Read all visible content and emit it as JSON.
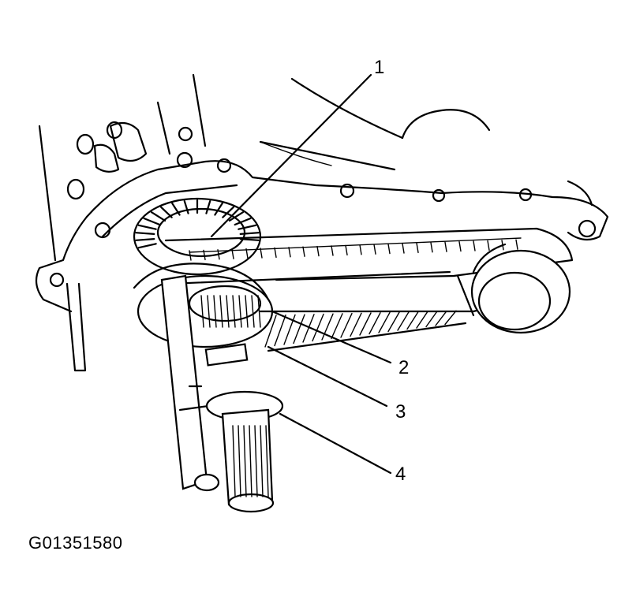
{
  "callouts": [
    {
      "id": "1",
      "label": "1"
    },
    {
      "id": "2",
      "label": "2"
    },
    {
      "id": "3",
      "label": "3"
    },
    {
      "id": "4",
      "label": "4"
    }
  ],
  "figure_id": "G01351580",
  "colors": {
    "ink": "#000000",
    "background": "#ffffff"
  }
}
